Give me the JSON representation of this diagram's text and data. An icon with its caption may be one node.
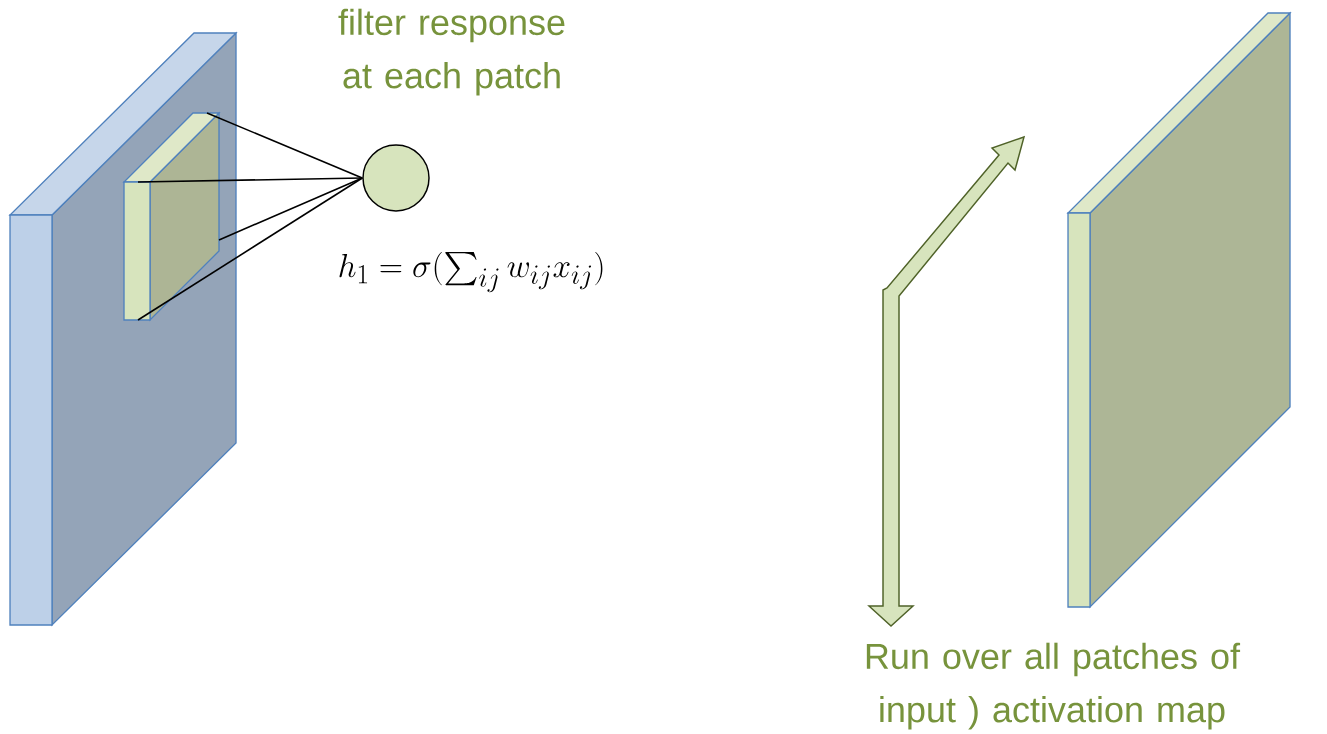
{
  "diagram": {
    "nodes": [
      {
        "text": [],
        "shape": "box"
      },
      {
        "text": [],
        "shape": "box",
        "in": 0
      },
      {
        "text": [],
        "shape": "circle",
        "beside": [
          "filter response at each patch"
        ]
      },
      {
        "text": [],
        "shape": "box"
      }
    ],
    "edges": [
      {
        "from": 1,
        "to": 2,
        "arrow": "none"
      },
      {
        "from": 1,
        "to": 2,
        "arrow": "none"
      },
      {
        "from": 1,
        "to": 2,
        "arrow": "none"
      },
      {
        "from": 1,
        "to": 2,
        "arrow": "none"
      }
    ],
    "labels": [
      "h_1 = \\sigma(\\sum_{ij} w_{ij}x_{ij})",
      "Run over all patches of input ) activation map"
    ]
  }
}
